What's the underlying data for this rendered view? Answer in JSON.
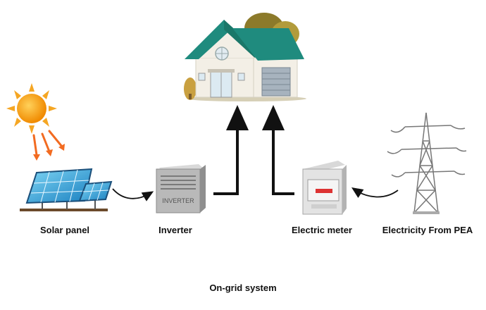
{
  "diagram": {
    "caption": "On-grid system",
    "nodes": [
      {
        "id": "solar",
        "label": "Solar panel",
        "icon": "solar-panel-icon"
      },
      {
        "id": "inverter",
        "label": "Inverter",
        "icon": "inverter-icon",
        "device_text": "INVERTER"
      },
      {
        "id": "meter",
        "label": "Electric meter",
        "icon": "electric-meter-icon"
      },
      {
        "id": "grid",
        "label": "Electricity From PEA",
        "icon": "transmission-tower-icon"
      },
      {
        "id": "house",
        "label": "",
        "icon": "house-icon"
      },
      {
        "id": "sun",
        "label": "",
        "icon": "sun-icon"
      }
    ],
    "edges": [
      {
        "from": "solar",
        "to": "inverter"
      },
      {
        "from": "inverter",
        "to": "house"
      },
      {
        "from": "grid",
        "to": "meter"
      },
      {
        "from": "meter",
        "to": "house"
      }
    ],
    "colors": {
      "roof": "#1f8b7e",
      "wall": "#f3efe6",
      "sun": "#f39c12",
      "panel": "#2aa3d9",
      "arrow": "#111111"
    }
  }
}
